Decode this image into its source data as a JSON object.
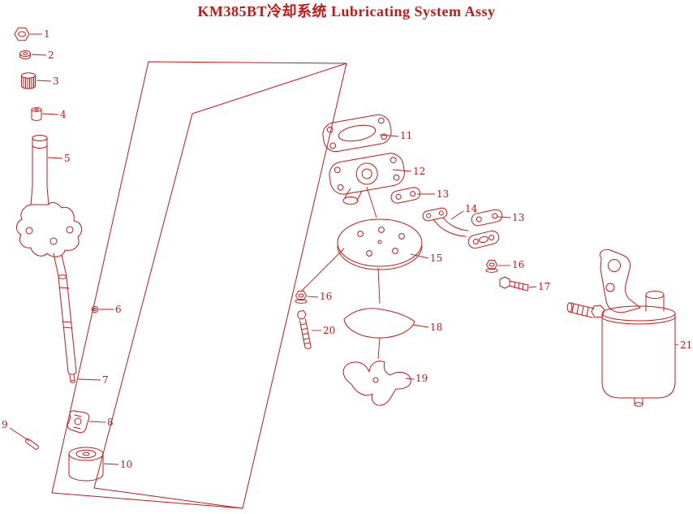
{
  "title": "KM385BT冷却系统 Lubricating System Assy",
  "colors": {
    "line": "#cc1515",
    "background": "#ffffff"
  },
  "callouts": [
    {
      "label": "1"
    },
    {
      "label": "2"
    },
    {
      "label": "3"
    },
    {
      "label": "4"
    },
    {
      "label": "5"
    },
    {
      "label": "6"
    },
    {
      "label": "7"
    },
    {
      "label": "8"
    },
    {
      "label": "9"
    },
    {
      "label": "10"
    },
    {
      "label": "11"
    },
    {
      "label": "12"
    },
    {
      "label": "13"
    },
    {
      "label": "14"
    },
    {
      "label": "13"
    },
    {
      "label": "15"
    },
    {
      "label": "16"
    },
    {
      "label": "17"
    },
    {
      "label": "16"
    },
    {
      "label": "18"
    },
    {
      "label": "20"
    },
    {
      "label": "19"
    },
    {
      "label": "21"
    }
  ]
}
